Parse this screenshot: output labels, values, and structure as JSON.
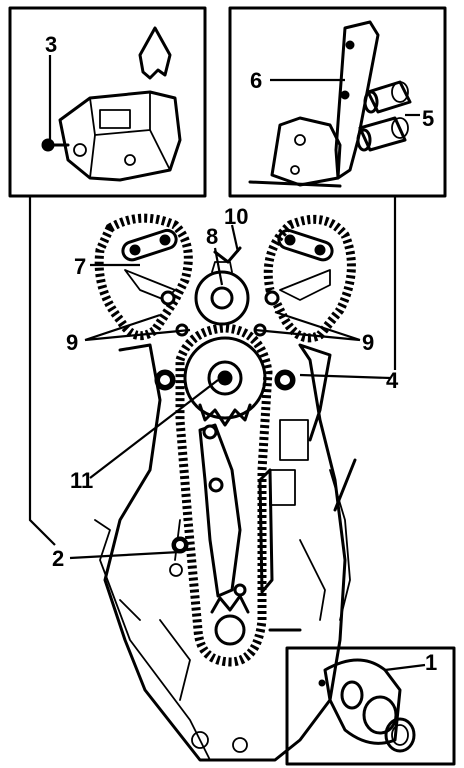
{
  "callouts": {
    "c1": "1",
    "c2": "2",
    "c3": "3",
    "c4": "4",
    "c5": "5",
    "c6": "6",
    "c7": "7",
    "c8": "8",
    "c9a": "9",
    "c9b": "9",
    "c10": "10",
    "c11": "11"
  },
  "colors": {
    "ink": "#000000",
    "paper": "#ffffff"
  }
}
